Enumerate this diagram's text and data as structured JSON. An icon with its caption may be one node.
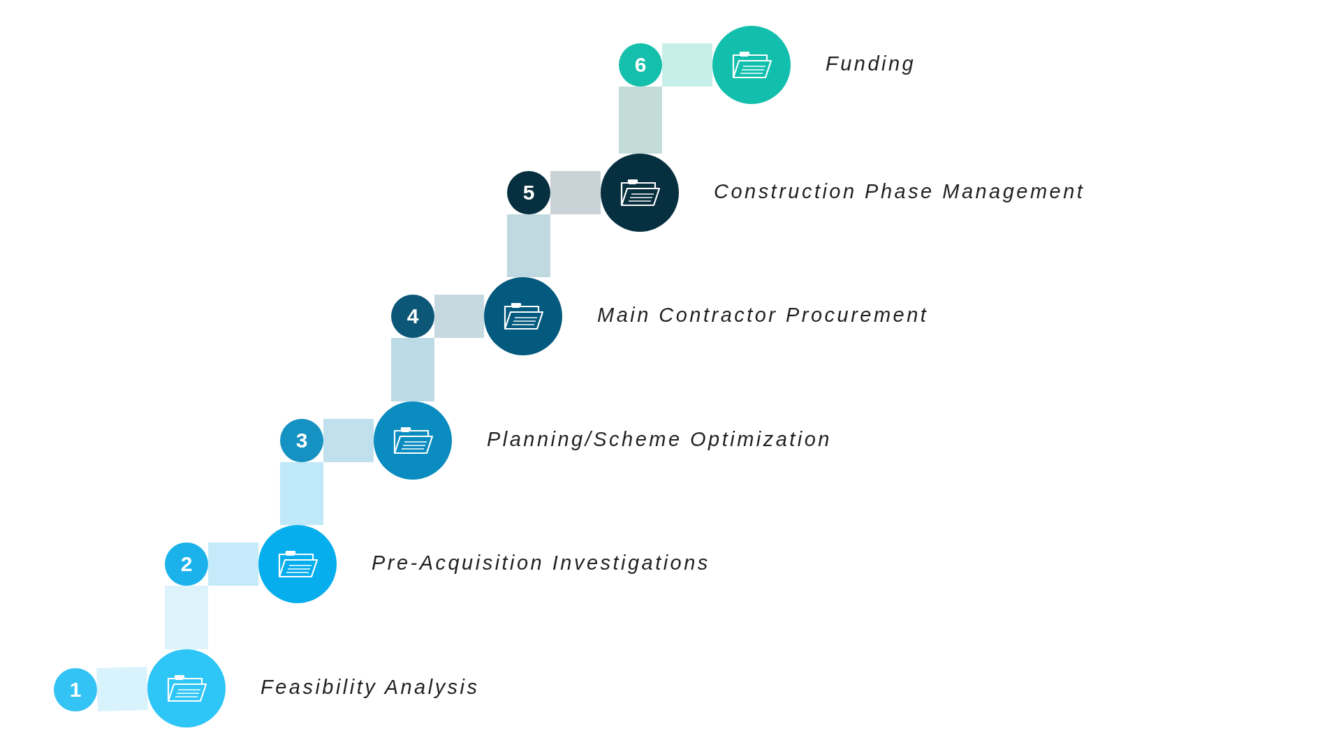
{
  "diagram": {
    "nodes": [
      {
        "text": [
          "1"
        ]
      },
      {
        "text": [],
        "shape": "circle",
        "beside": [
          "Feasibility Analysis"
        ]
      },
      {
        "text": [
          "2"
        ]
      },
      {
        "text": [],
        "shape": "circle",
        "beside": [
          "Pre-Acquisition Investigations"
        ]
      },
      {
        "text": [
          "3"
        ]
      },
      {
        "text": [],
        "shape": "circle",
        "beside": [
          "Planning/Scheme Optimization"
        ]
      },
      {
        "text": [
          "4"
        ]
      },
      {
        "text": [],
        "shape": "circle",
        "beside": [
          "Main Contractor Procurement"
        ]
      },
      {
        "text": [
          "5"
        ]
      },
      {
        "text": [],
        "shape": "circle",
        "beside": [
          "Construction Phase Management"
        ]
      },
      {
        "text": [
          "6"
        ]
      },
      {
        "text": [],
        "shape": "circle",
        "beside": [
          "Funding"
        ]
      }
    ],
    "edges": [
      {
        "from": 0,
        "to": 1,
        "arrow": "none",
        "color": "#d9f3fd"
      },
      {
        "from": 1,
        "to": 2,
        "arrow": "none",
        "color": "#dcf3fc"
      },
      {
        "from": 2,
        "to": 3,
        "arrow": "none",
        "color": "#c5ebfa"
      },
      {
        "from": 3,
        "to": 4,
        "arrow": "none",
        "color": "#bfe8f8"
      },
      {
        "from": 4,
        "to": 5,
        "arrow": "none",
        "color": "#bfe0ec"
      },
      {
        "from": 5,
        "to": 6,
        "arrow": "none",
        "color": "#bcdbe6"
      },
      {
        "from": 6,
        "to": 7,
        "arrow": "none",
        "color": "#c6d9e1"
      },
      {
        "from": 7,
        "to": 8,
        "arrow": "none",
        "color": "#c0d8e0"
      },
      {
        "from": 8,
        "to": 9,
        "arrow": "none",
        "color": "#c9d2d7"
      },
      {
        "from": 9,
        "to": 10,
        "arrow": "none",
        "color": "#c3dcd8"
      },
      {
        "from": 10,
        "to": 11,
        "arrow": "none",
        "color": "#c6efe9"
      }
    ]
  }
}
